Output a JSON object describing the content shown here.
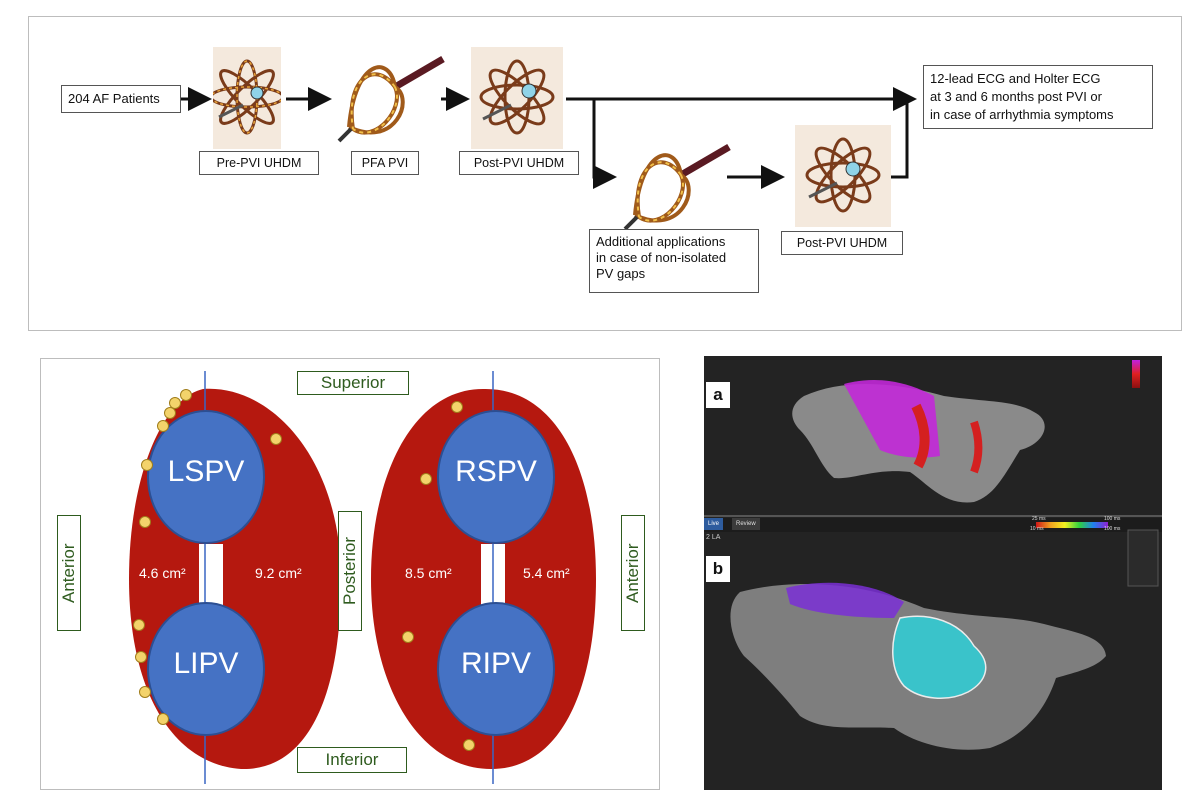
{
  "flowchart": {
    "start_box": "204 AF Patients",
    "step_labels": [
      "Pre-PVI UHDM",
      "PFA PVI",
      "Post-PVI UHDM"
    ],
    "branch_box_lines": [
      "Additional applications",
      "in case of non-isolated",
      "PV gaps"
    ],
    "branch_label": "Post-PVI UHDM",
    "outcome_lines": [
      "12-lead ECG and Holter ECG",
      "at 3 and 6 months post PVI or",
      "in case of arrhythmia symptoms"
    ]
  },
  "pv_diagram": {
    "directions": {
      "superior": "Superior",
      "inferior": "Inferior",
      "anterior_left": "Anterior",
      "posterior": "Posterior",
      "anterior_right": "Anterior"
    },
    "veins": {
      "lspv": "LSPV",
      "lipv": "LIPV",
      "rspv": "RSPV",
      "ripv": "RIPV"
    },
    "areas": {
      "left_anterior": "4.6 cm²",
      "left_posterior": "9.2 cm²",
      "right_posterior": "8.5 cm²",
      "right_anterior": "5.4 cm²"
    },
    "colors": {
      "atrium": "#b5180f",
      "vein": "#4572c4",
      "gap_dot": "#f3d36b",
      "label_green": "#2e5b1e"
    }
  },
  "maps": {
    "panel_a_letter": "a",
    "panel_b_letter": "b",
    "tabs": {
      "live": "Live",
      "review": "Review"
    },
    "map_name": "2 LA",
    "scale_ms": {
      "top_left": "25 ms",
      "bottom_left": "10 ms",
      "top_right": "100 ms",
      "bottom_right": "100 ms"
    }
  }
}
